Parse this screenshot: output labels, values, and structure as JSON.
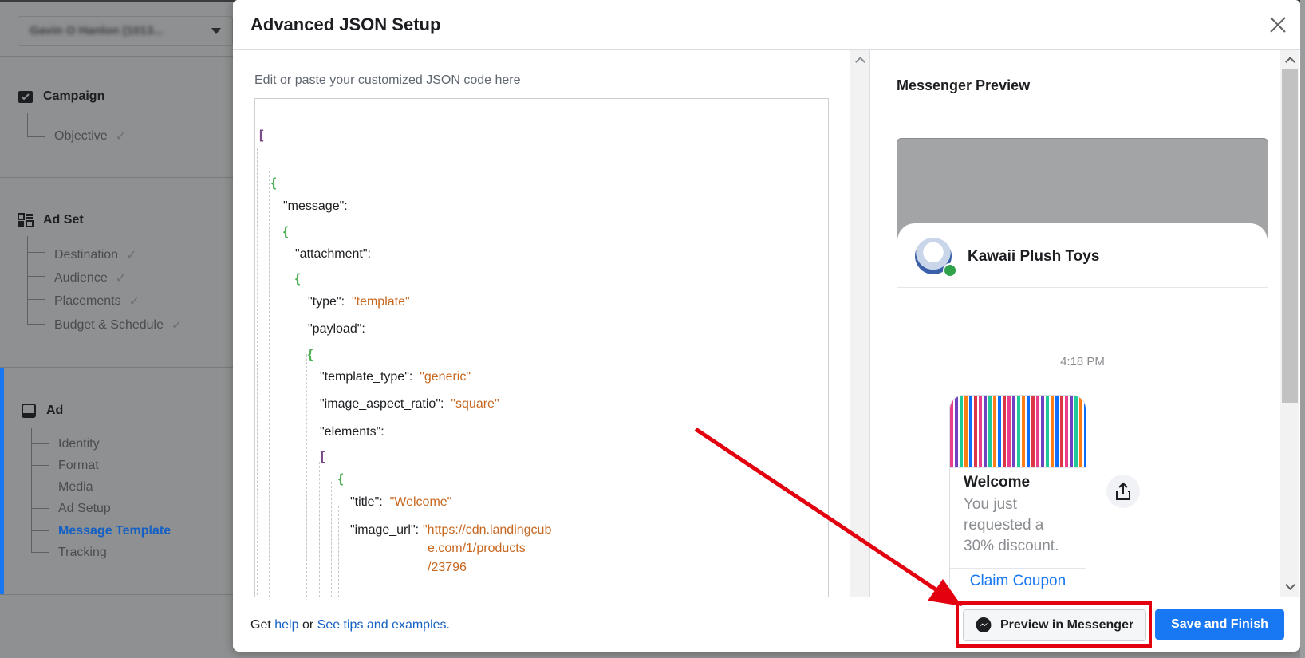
{
  "background": {
    "account_selector": "Gavin O Hanlon (1013...",
    "nav": {
      "campaign": {
        "label": "Campaign",
        "items": [
          {
            "label": "Objective"
          }
        ]
      },
      "ad_set": {
        "label": "Ad Set",
        "items": [
          {
            "label": "Destination"
          },
          {
            "label": "Audience"
          },
          {
            "label": "Placements"
          },
          {
            "label": "Budget & Schedule"
          }
        ]
      },
      "ad": {
        "label": "Ad",
        "items": [
          {
            "label": "Identity"
          },
          {
            "label": "Format"
          },
          {
            "label": "Media"
          },
          {
            "label": "Ad Setup"
          },
          {
            "label": "Message Template"
          },
          {
            "label": "Tracking"
          }
        ],
        "active_item": "Message Template"
      }
    }
  },
  "modal": {
    "title": "Advanced JSON Setup",
    "editor_label": "Edit or paste your customized JSON code here",
    "code": {
      "open_bracket": "[",
      "obj_open": "{",
      "message_key": "\"message\":",
      "attachment_key": "\"attachment\":",
      "type_key": "\"type\":",
      "type_val": "\"template\"",
      "payload_key": "\"payload\":",
      "template_type_key": "\"template_type\":",
      "template_type_val": "\"generic\"",
      "image_aspect_key": "\"image_aspect_ratio\":",
      "image_aspect_val": "\"square\"",
      "elements_key": "\"elements\":",
      "title_key": "\"title\":",
      "title_val": "\"Welcome\"",
      "image_url_key": "\"image_url\":",
      "image_url_line1": "\"https://cdn.landingcub",
      "image_url_line2": "e.com/1/products",
      "image_url_line3": "/23796"
    },
    "preview": {
      "title": "Messenger Preview",
      "page_name": "Kawaii Plush Toys",
      "time": "4:18 PM",
      "card_title": "Welcome",
      "card_subtitle": "You just requested a 30% discount.",
      "card_button": "Claim Coupon"
    },
    "footer": {
      "get": "Get",
      "help_link": "help",
      "or": "or",
      "tips_link": "See tips and examples.",
      "preview_button": "Preview in Messenger",
      "save_button": "Save and Finish"
    }
  },
  "colors": {
    "accent": "#1877f2",
    "highlight": "#e3000f",
    "json_string": "#c7661e",
    "json_brace": "#4caf50"
  }
}
